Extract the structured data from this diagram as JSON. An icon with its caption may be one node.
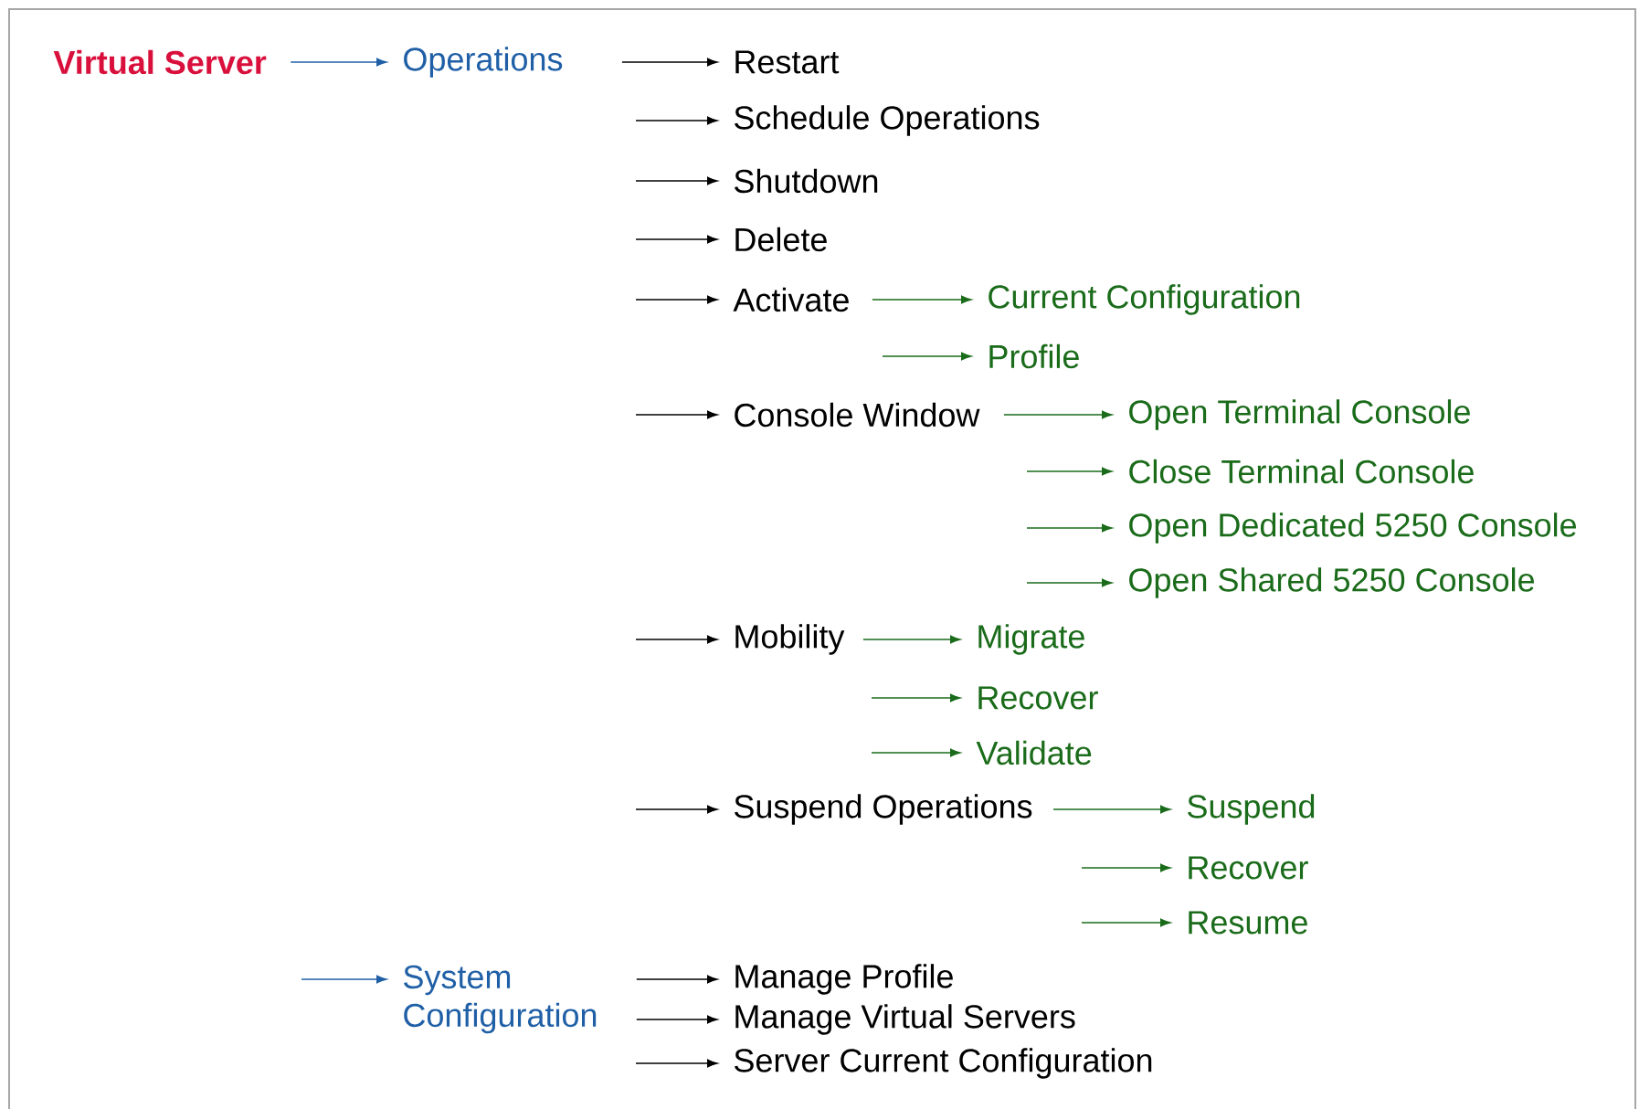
{
  "diagram": {
    "nodes": [
      {
        "text": [
          "Virtual Server"
        ]
      },
      {
        "text": [
          "Operations"
        ]
      },
      {
        "text": [
          "Restart"
        ]
      },
      {
        "text": [
          "Schedule Operations"
        ]
      },
      {
        "text": [
          "Shutdown"
        ]
      },
      {
        "text": [
          "Delete"
        ]
      },
      {
        "text": [
          "Activate"
        ]
      },
      {
        "text": [
          "Current Configuration"
        ]
      },
      {
        "text": [
          "Profile"
        ]
      },
      {
        "text": [
          "Console Window"
        ]
      },
      {
        "text": [
          "Open Terminal Console"
        ]
      },
      {
        "text": [
          "Close Terminal Console"
        ]
      },
      {
        "text": [
          "Open Dedicated 5250 Console"
        ]
      },
      {
        "text": [
          "Open Shared 5250 Console"
        ]
      },
      {
        "text": [
          "Mobility"
        ]
      },
      {
        "text": [
          "Migrate"
        ]
      },
      {
        "text": [
          "Recover"
        ]
      },
      {
        "text": [
          "Validate"
        ]
      },
      {
        "text": [
          "Suspend Operations"
        ]
      },
      {
        "text": [
          "Suspend"
        ]
      },
      {
        "text": [
          "Recover"
        ]
      },
      {
        "text": [
          "Resume"
        ]
      },
      {
        "text": [
          "System Configuration"
        ]
      },
      {
        "text": [
          "Manage Profile"
        ]
      },
      {
        "text": [
          "Manage Virtual Servers"
        ]
      },
      {
        "text": [
          "Server Current Configuration"
        ]
      }
    ],
    "edges": [
      {
        "from": 0,
        "to": 1,
        "arrow": "to",
        "color": "#1f5fa6"
      },
      {
        "from": 1,
        "to": 2,
        "arrow": "to",
        "color": "#000000"
      },
      {
        "from": null,
        "to": 3,
        "arrow": "to",
        "color": "#000000"
      },
      {
        "from": null,
        "to": 4,
        "arrow": "to",
        "color": "#000000"
      },
      {
        "from": null,
        "to": 5,
        "arrow": "to",
        "color": "#000000"
      },
      {
        "from": null,
        "to": 6,
        "arrow": "to",
        "color": "#000000"
      },
      {
        "from": 6,
        "to": 7,
        "arrow": "to"
      },
      {
        "from": null,
        "to": 8,
        "arrow": "to"
      },
      {
        "from": null,
        "to": 9,
        "arrow": "to",
        "color": "#000000"
      },
      {
        "from": 9,
        "to": 10,
        "arrow": "to"
      },
      {
        "from": null,
        "to": 11,
        "arrow": "to"
      },
      {
        "from": null,
        "to": 12,
        "arrow": "to"
      },
      {
        "from": null,
        "to": 13,
        "arrow": "to"
      },
      {
        "from": null,
        "to": 14,
        "arrow": "to",
        "color": "#000000"
      },
      {
        "from": 14,
        "to": 15,
        "arrow": "to"
      },
      {
        "from": null,
        "to": 16,
        "arrow": "to"
      },
      {
        "from": null,
        "to": 17,
        "arrow": "to"
      },
      {
        "from": null,
        "to": 18,
        "arrow": "to",
        "color": "#000000"
      },
      {
        "from": 18,
        "to": 19,
        "arrow": "to"
      },
      {
        "from": null,
        "to": 20,
        "arrow": "to"
      },
      {
        "from": null,
        "to": 21,
        "arrow": "to"
      },
      {
        "from": null,
        "to": 22,
        "arrow": "to",
        "color": "#1f5fa6"
      },
      {
        "from": 22,
        "to": 23,
        "arrow": "to",
        "color": "#000000"
      },
      {
        "from": 22,
        "to": 24,
        "arrow": "to",
        "color": "#000000"
      },
      {
        "from": null,
        "to": 25,
        "arrow": "to",
        "color": "#000000"
      }
    ]
  }
}
